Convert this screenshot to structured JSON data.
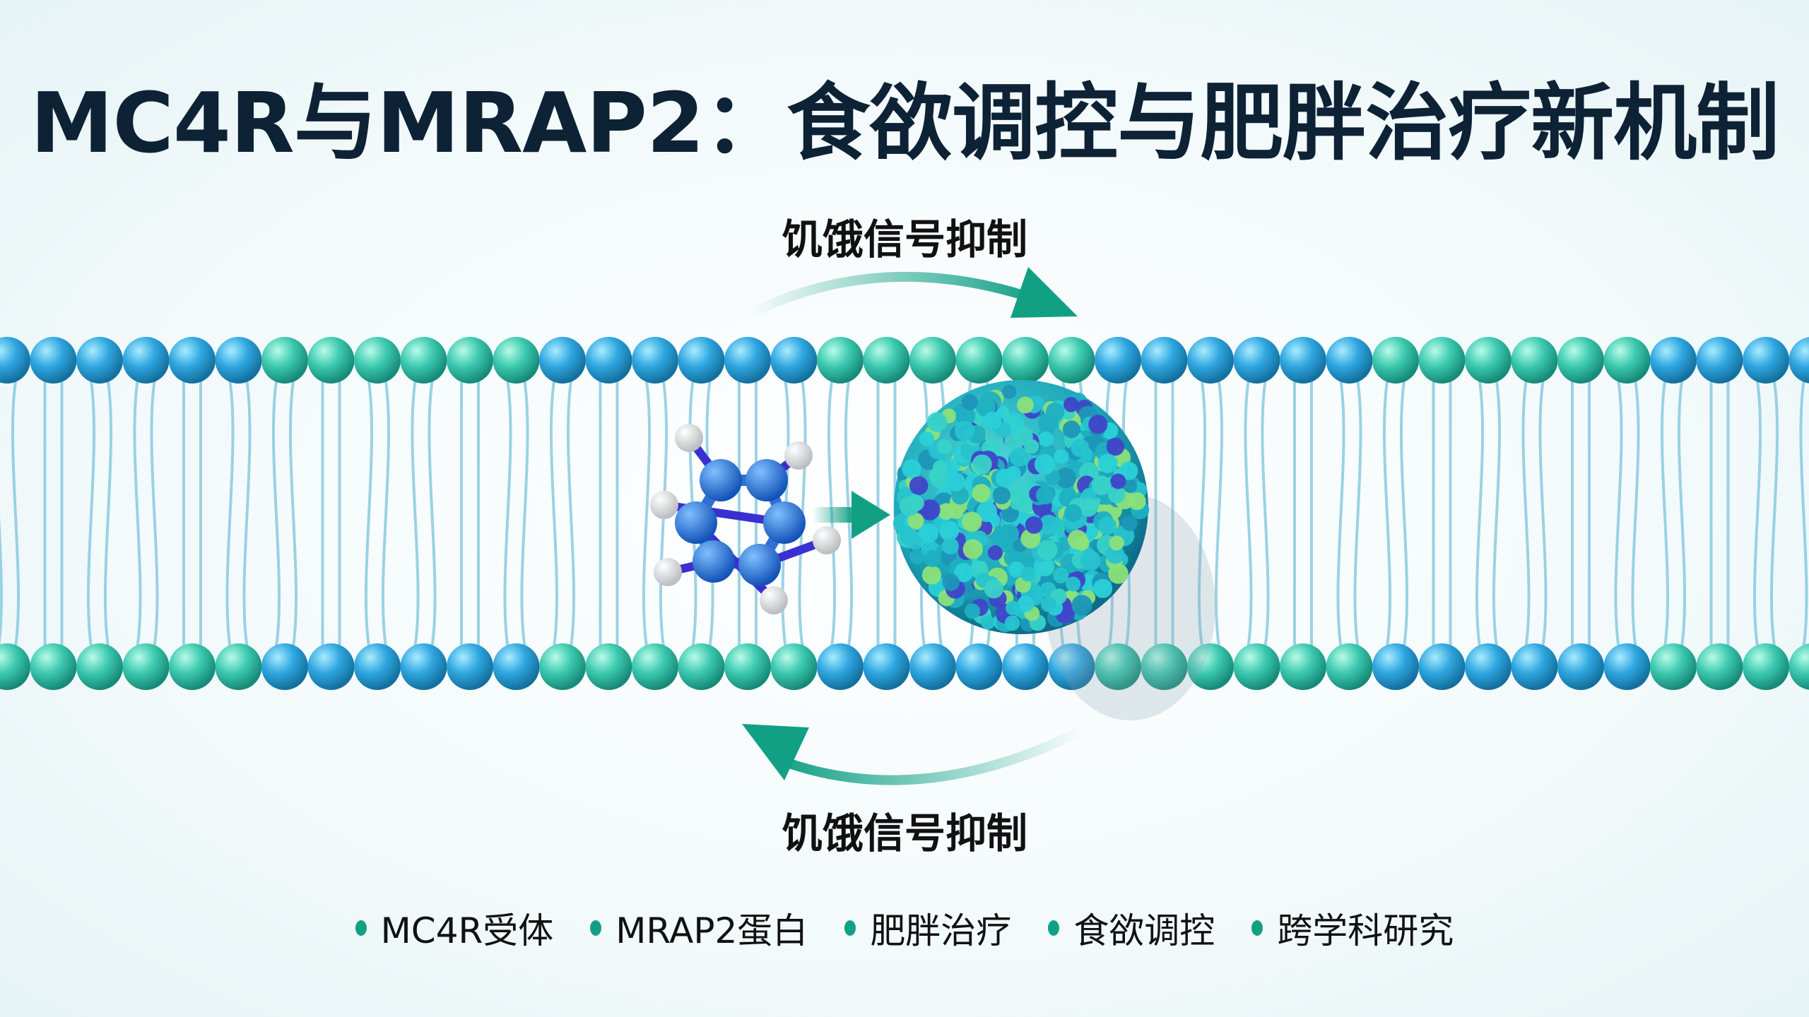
{
  "title": "MC4R与MRAP2：食欲调控与肥胖治疗新机制",
  "top_label": "饥饿信号抑制",
  "bottom_label": "饥饿信号抑制",
  "legend": [
    {
      "label": "MC4R受体"
    },
    {
      "label": "MRAP2蛋白"
    },
    {
      "label": "肥胖治疗"
    },
    {
      "label": "食欲调控"
    },
    {
      "label": "跨学科研究"
    }
  ],
  "colors": {
    "accent": "#12a085",
    "title": "#0e2236",
    "head_blue": "#2fa6e0",
    "head_teal": "#3cc9b0",
    "molecule": "#1e6fd6"
  }
}
